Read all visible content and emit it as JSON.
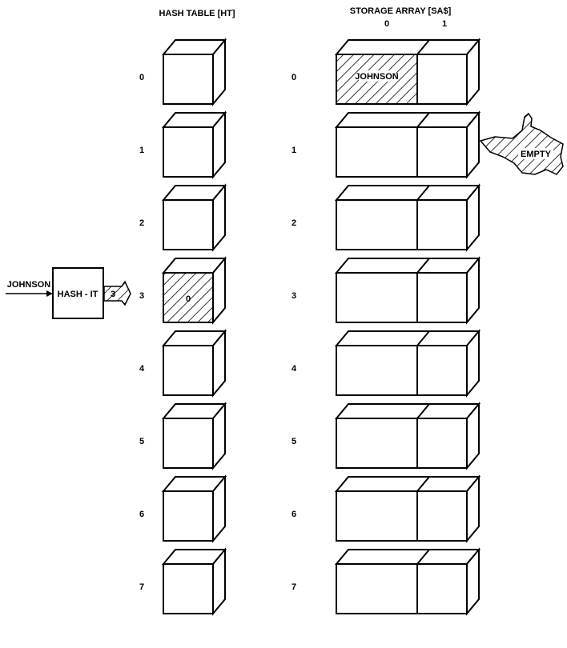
{
  "hash_table": {
    "title": "HASH TABLE [HT]",
    "rows": [
      {
        "index": "0",
        "value": "",
        "hatched": false
      },
      {
        "index": "1",
        "value": "",
        "hatched": false
      },
      {
        "index": "2",
        "value": "",
        "hatched": false
      },
      {
        "index": "3",
        "value": "0",
        "hatched": true
      },
      {
        "index": "4",
        "value": "",
        "hatched": false
      },
      {
        "index": "5",
        "value": "",
        "hatched": false
      },
      {
        "index": "6",
        "value": "",
        "hatched": false
      },
      {
        "index": "7",
        "value": "",
        "hatched": false
      }
    ]
  },
  "storage_array": {
    "title": "STORAGE ARRAY [SA$]",
    "columns": [
      "0",
      "1"
    ],
    "rows": [
      {
        "index": "0",
        "cells": [
          "JOHNSON",
          ""
        ],
        "hatched": [
          true,
          false
        ]
      },
      {
        "index": "1",
        "cells": [
          "",
          ""
        ],
        "hatched": [
          false,
          false
        ]
      },
      {
        "index": "2",
        "cells": [
          "",
          ""
        ],
        "hatched": [
          false,
          false
        ]
      },
      {
        "index": "3",
        "cells": [
          "",
          ""
        ],
        "hatched": [
          false,
          false
        ]
      },
      {
        "index": "4",
        "cells": [
          "",
          ""
        ],
        "hatched": [
          false,
          false
        ]
      },
      {
        "index": "5",
        "cells": [
          "",
          ""
        ],
        "hatched": [
          false,
          false
        ]
      },
      {
        "index": "6",
        "cells": [
          "",
          ""
        ],
        "hatched": [
          false,
          false
        ]
      },
      {
        "index": "7",
        "cells": [
          "",
          ""
        ],
        "hatched": [
          false,
          false
        ]
      }
    ]
  },
  "hash_function": {
    "input": "JOHNSON",
    "label": "HASH - IT",
    "output": "3"
  },
  "pointer": {
    "label": "EMPTY",
    "points_to_row": 1
  }
}
